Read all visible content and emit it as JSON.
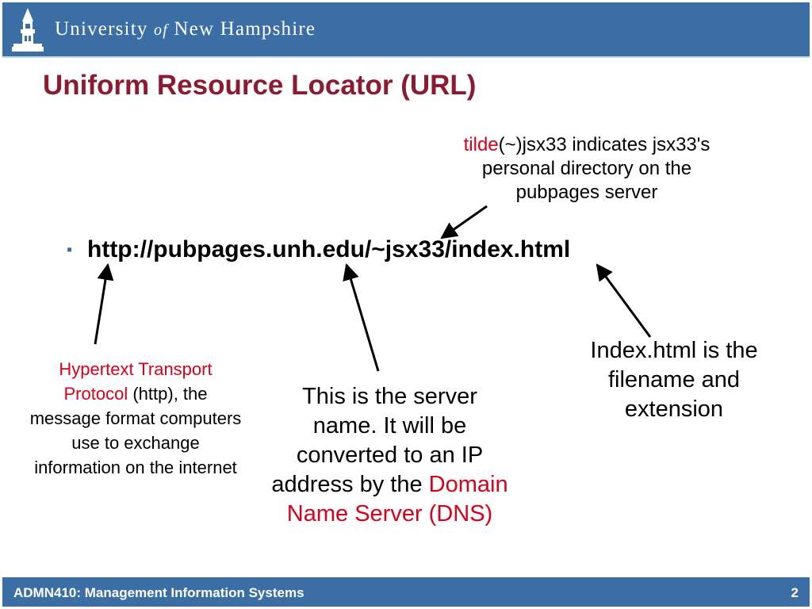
{
  "header": {
    "logo": "unh-tower-logo",
    "university_pre": "University",
    "university_of": "of",
    "university_post": "New Hampshire",
    "band_color": "#3a6ea5"
  },
  "slide": {
    "title": "Uniform Resource Locator (URL)",
    "url": "http://pubpages.unh.edu/~jsx33/index.html",
    "tilde_note": {
      "highlight": "tilde",
      "text": "(~)jsx33 indicates jsx33's personal directory on the pubpages server"
    },
    "http_note": {
      "highlight": "Hypertext Transport Protocol",
      "text": "(http), the message format computers use to exchange information on the internet"
    },
    "server_note": {
      "text": "This is the server name. It will be converted to an IP address by the",
      "highlight": "Domain Name Server (DNS)"
    },
    "index_note": {
      "text": "Index.html is the filename and extension"
    }
  },
  "footer": {
    "course": "ADMN410: Management Information Systems",
    "page": "2"
  },
  "colors": {
    "title": "#8c1a31",
    "highlight": "#d8001a",
    "band": "#3a6ea5"
  }
}
